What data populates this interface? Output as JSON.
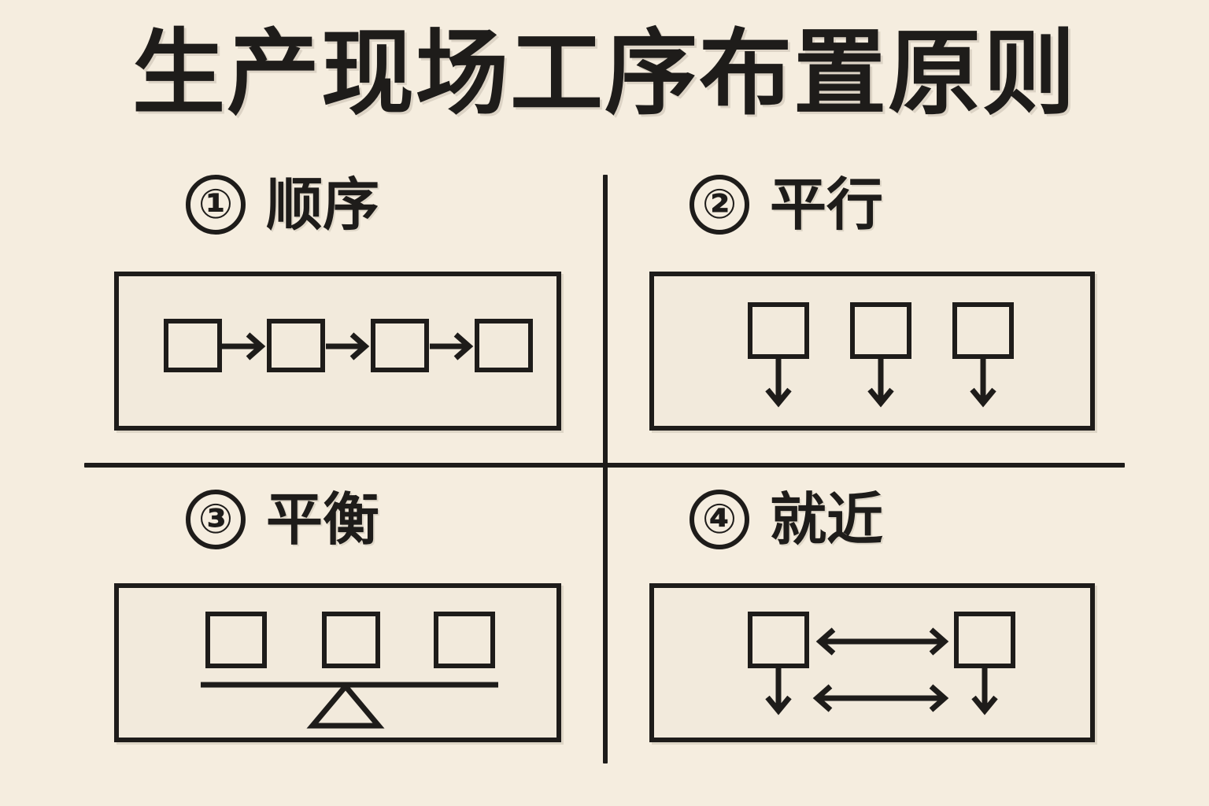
{
  "poster": {
    "title": "生产现场工序布置原则",
    "background_color": "#F5EDDF",
    "ink_color": "#1E1C1A",
    "panel_fill": "#F2EADC"
  },
  "quadrants": [
    {
      "number": "①",
      "label": "顺序",
      "diagram": {
        "type": "sequential-chain",
        "boxes": 4,
        "connectors": 3,
        "connector_icon": "arrow-right-icon"
      }
    },
    {
      "number": "②",
      "label": "平行",
      "diagram": {
        "type": "parallel-streams",
        "boxes": 3,
        "connectors": 3,
        "connector_icon": "arrow-down-icon"
      }
    },
    {
      "number": "③",
      "label": "平衡",
      "diagram": {
        "type": "balance-beam",
        "boxes": 3,
        "connectors": 1,
        "connector_icon": "fulcrum-triangle-icon"
      }
    },
    {
      "number": "④",
      "label": "就近",
      "diagram": {
        "type": "proximity-pair",
        "boxes": 2,
        "connectors": 4,
        "connector_icon": "arrow-double-horizontal-icon"
      }
    }
  ]
}
